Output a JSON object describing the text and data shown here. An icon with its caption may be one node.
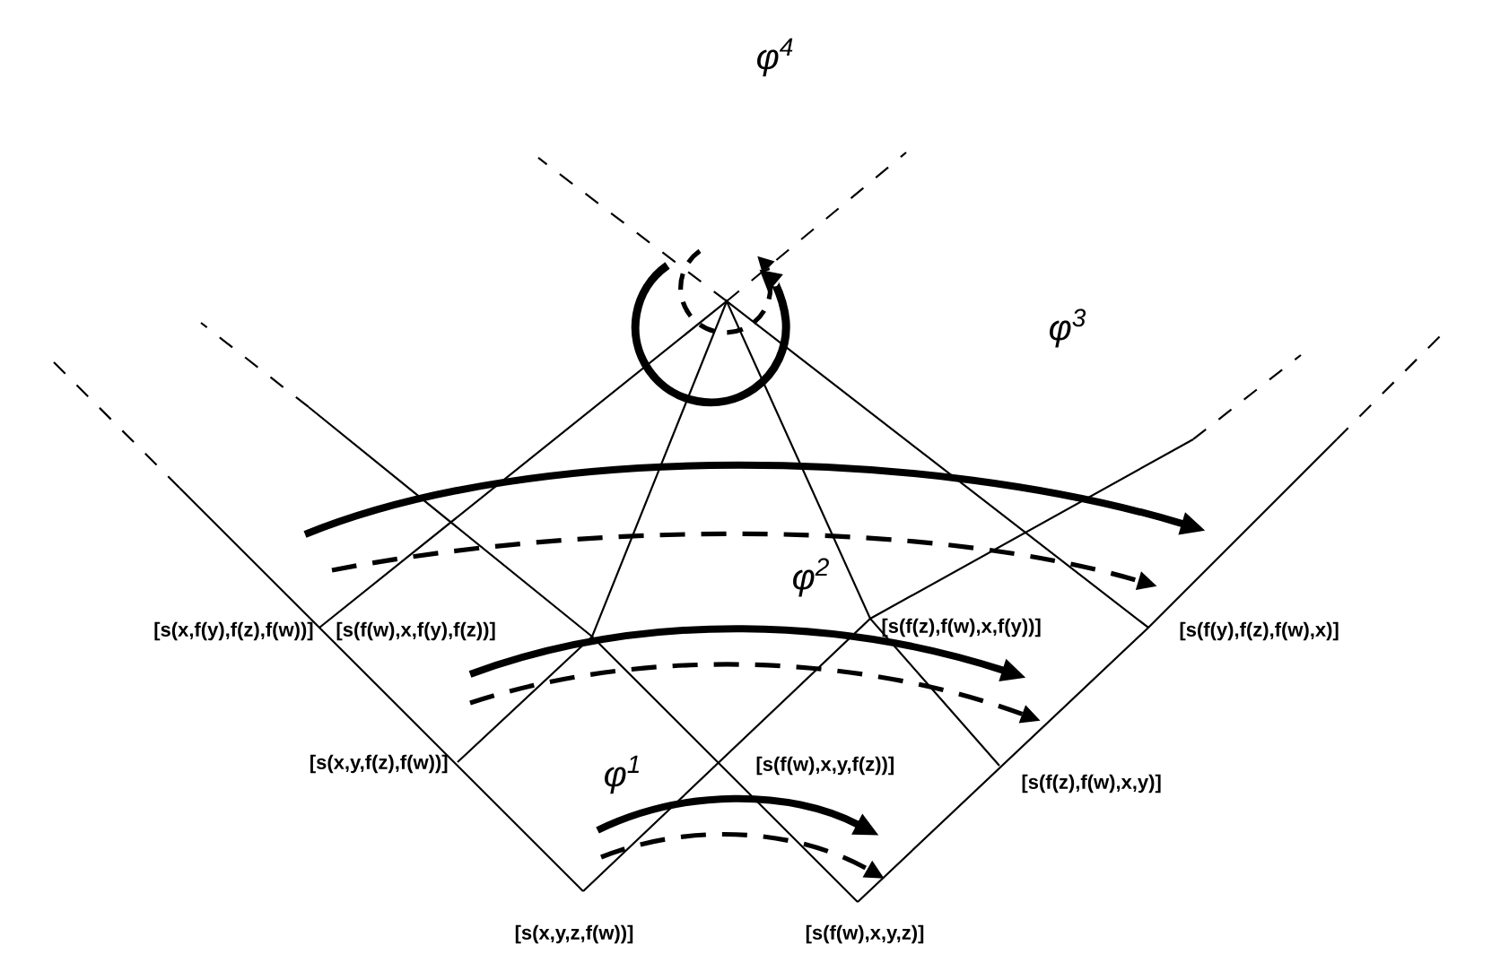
{
  "diagram": {
    "labels": [
      "φ$^{4}$",
      "φ$^{3}$",
      "[s(x,f(y),f(z),f(w))]",
      "[s(f(w),x,f(y),f(z))]",
      "[s(f(z),f(w),x,f(y))]",
      "[s(f(y),f(z),f(w),x)]",
      "φ$^{2}$",
      "[s(x,y,f(z),f(w))]",
      "φ$^{1}$",
      "[s(f(w),x,y,f(z))]",
      "[s(f(z),f(w),x,y)]",
      "[s(x,y,z,f(w))]",
      "[s(f(w),x,y,z)]"
    ]
  }
}
